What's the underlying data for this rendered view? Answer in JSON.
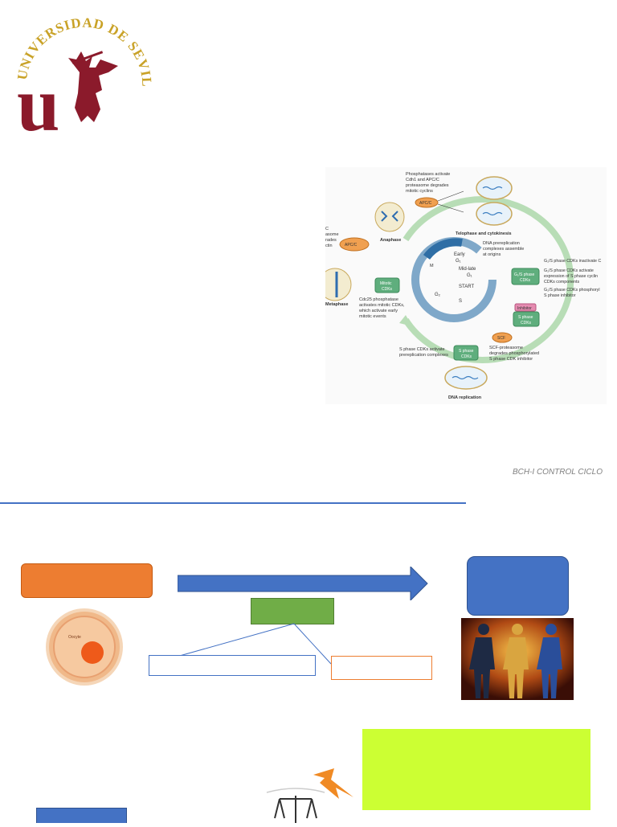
{
  "logo": {
    "arc_text": "UNIVERSIDAD DE SEVILLA",
    "monogram": "u"
  },
  "figure": {
    "phosphatase_note": [
      "Phosphatases activate",
      "Cdh1 and APC/C",
      "proteasome degrades",
      "mitotic cyclins"
    ],
    "telophase": "Telophase and cytokinesis",
    "anaphase": "Anaphase",
    "metaphase": "Metaphase",
    "apc_left_note": [
      "C",
      "asome",
      "rades",
      "ctin"
    ],
    "apc_top": "APC/C",
    "apc_left": "APC/C",
    "prereplication": [
      "DNA prereplication",
      "complexes assemble",
      "at origins"
    ],
    "g1s_notes": [
      "G₁/S phase CDKs inactivate C",
      "G₁/S phase CDKs activate",
      "expression of S phase cyclin",
      "CDKs components",
      "G₁/S phase CDKs phosphoryl",
      "S phase inhibitor"
    ],
    "g1s_box": [
      "G₁/S phase",
      "CDKs"
    ],
    "mitotic_box": [
      "Mitotic",
      "CDKs"
    ],
    "cdc25_note": [
      "Cdc25 phosphatase",
      "activates mitotic CDKs,",
      "which activate early",
      "mitotic events"
    ],
    "inhibitor": "Inhibitor",
    "s_phase_box": [
      "S phase",
      "CDKs"
    ],
    "scf": "SCF",
    "scf_note": [
      "SCF-proteasome",
      "degrades phosphorylated",
      "S phase CDK inhibitor"
    ],
    "s_activate_note": [
      "S phase CDKs activate",
      "prereplication complexes"
    ],
    "s_phase_box2": [
      "S phase",
      "CDKs"
    ],
    "dna_replication": "DNA replication",
    "cycle": {
      "m": "M",
      "early_g1": [
        "Early",
        "G₁"
      ],
      "midlate_g1": [
        "Mid-late",
        "G₁"
      ],
      "start": "START",
      "s": "S",
      "g2": "G₂"
    }
  },
  "footer_label": "BCH-I CONTROL CICLO",
  "diagram": {
    "oocyte_label": "Oocyte"
  },
  "colors": {
    "orange": "#ed7d31",
    "blue": "#4472c4",
    "green": "#70ad47",
    "lime": "#ccff33",
    "crimson": "#8b1a2b",
    "gold": "#c9a227"
  }
}
